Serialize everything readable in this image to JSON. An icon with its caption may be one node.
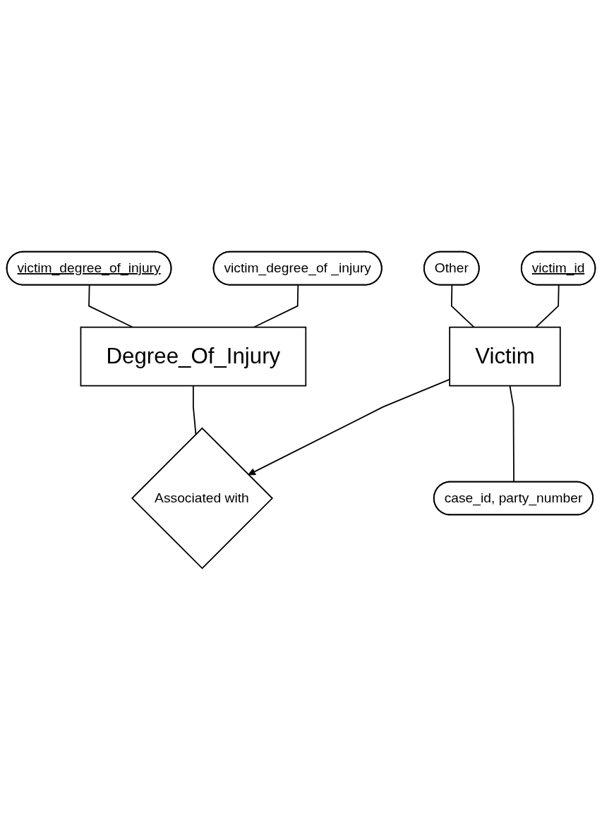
{
  "diagram": {
    "nodes": [
      {
        "text": [
          "victim_degree_of_injury"
        ]
      },
      {
        "text": [
          "victim_degree_of _injury"
        ]
      },
      {
        "text": [
          "Degree_Of_Injury"
        ]
      },
      {
        "text": [
          "Associated with"
        ]
      },
      {
        "text": [
          "Other"
        ]
      },
      {
        "text": [
          "victim_id"
        ]
      },
      {
        "text": [
          "Victim"
        ]
      },
      {
        "text": [
          "case_id, party_number"
        ]
      }
    ],
    "edges": [
      {
        "from": 0,
        "to": 2,
        "arrow": "none"
      },
      {
        "from": 1,
        "to": 2,
        "arrow": "none"
      },
      {
        "from": 2,
        "to": 3,
        "arrow": "none"
      },
      {
        "from": 6,
        "to": 3,
        "arrow": "to"
      },
      {
        "from": 4,
        "to": 6,
        "arrow": "none"
      },
      {
        "from": 5,
        "to": 6,
        "arrow": "none"
      },
      {
        "from": 6,
        "to": 7,
        "arrow": "none"
      }
    ]
  }
}
